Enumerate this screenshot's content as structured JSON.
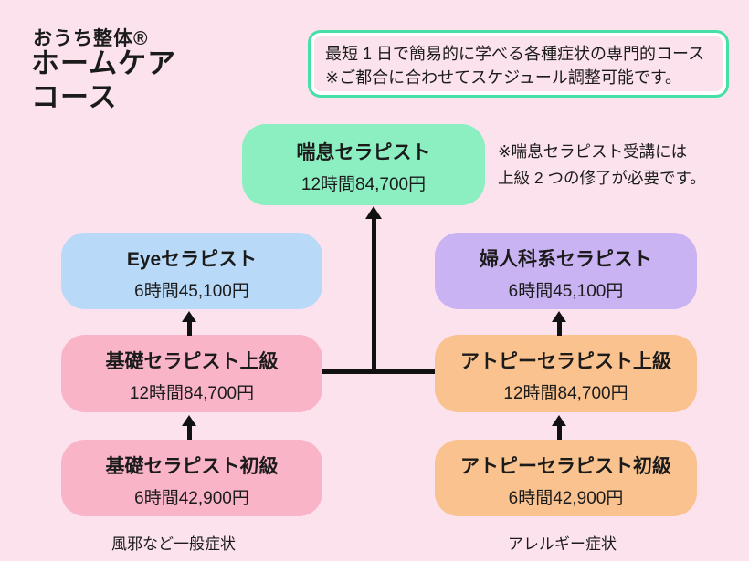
{
  "page": {
    "background_color": "#fbe2ec",
    "text_color": "#1b1b1b"
  },
  "header": {
    "brand": "おうち整体®",
    "title_line1": "ホームケア",
    "title_line2": "コース"
  },
  "note_box": {
    "line1": "最短 1 日で簡易的に学べる各種症状の専門的コース",
    "line2": "※ご都合に合わせてスケジュール調整可能です。",
    "border_color": "#43e0a8"
  },
  "asthma_note": {
    "line1": "※喘息セラピスト受講には",
    "line2": "上級 2 つの修了が必要です。"
  },
  "courses": [
    {
      "id": "asthma",
      "name": "喘息セラピスト",
      "price": "12時間84,700円",
      "color": "#8cefc2"
    },
    {
      "id": "eye",
      "name": "Eyeセラピスト",
      "price": "6時間45,100円",
      "color": "#b8d9f7"
    },
    {
      "id": "gyn",
      "name": "婦人科系セラピスト",
      "price": "6時間45,100円",
      "color": "#c9b3f3"
    },
    {
      "id": "basic-adv",
      "name": "基礎セラピスト上級",
      "price": "12時間84,700円",
      "color": "#f9b4c8"
    },
    {
      "id": "atopy-adv",
      "name": "アトピーセラピスト上級",
      "price": "12時間84,700円",
      "color": "#f9c28e"
    },
    {
      "id": "basic-beg",
      "name": "基礎セラピスト初級",
      "price": "6時間42,900円",
      "color": "#f9b4c8"
    },
    {
      "id": "atopy-beg",
      "name": "アトピーセラピスト初級",
      "price": "6時間42,900円",
      "color": "#f9c28e"
    }
  ],
  "footer_labels": {
    "left": "風邪など一般症状",
    "right": "アレルギー症状"
  },
  "connector_color": "#111111"
}
